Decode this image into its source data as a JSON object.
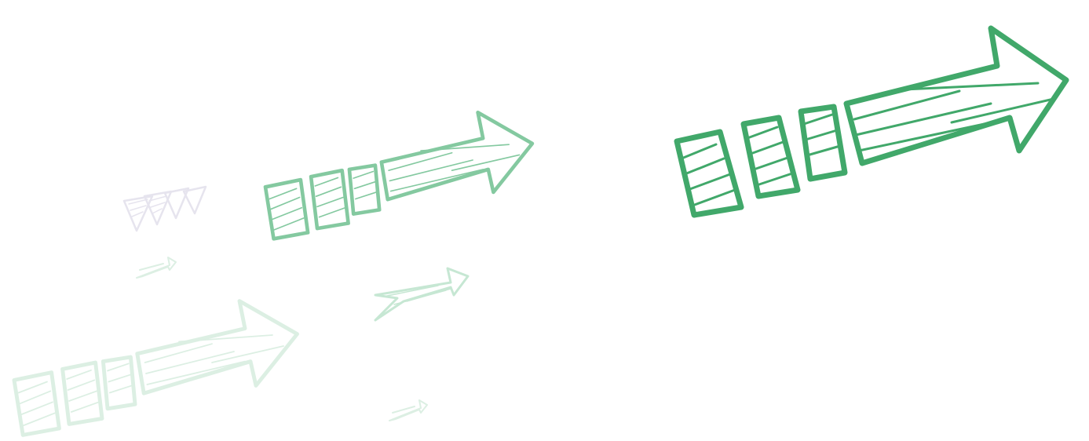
{
  "palette": {
    "background": "#ffffff",
    "green_strong": "#41a86a",
    "green_medium": "#84c9a0",
    "green_light": "#c6e7d3",
    "green_faint": "#dcefe3",
    "chevron_grey": "#e6e4ee"
  },
  "graphics": [
    {
      "name": "large-segmented-arrow-icon",
      "kind": "segmented-arrow",
      "color_key": "green_strong"
    },
    {
      "name": "medium-segmented-arrow-icon",
      "kind": "segmented-arrow",
      "color_key": "green_medium"
    },
    {
      "name": "faint-segmented-arrow-icon",
      "kind": "segmented-arrow",
      "color_key": "green_faint"
    },
    {
      "name": "chevron-arrows-icon",
      "kind": "chevrons",
      "color_key": "chevron_grey"
    },
    {
      "name": "small-sketch-arrow-icon",
      "kind": "sketch-arrow",
      "color_key": "green_light"
    },
    {
      "name": "tiny-sketch-arrow-icon",
      "kind": "sketch-arrow",
      "color_key": "green_faint"
    },
    {
      "name": "tiny-sketch-arrow-bottom-icon",
      "kind": "sketch-arrow",
      "color_key": "green_faint"
    }
  ]
}
